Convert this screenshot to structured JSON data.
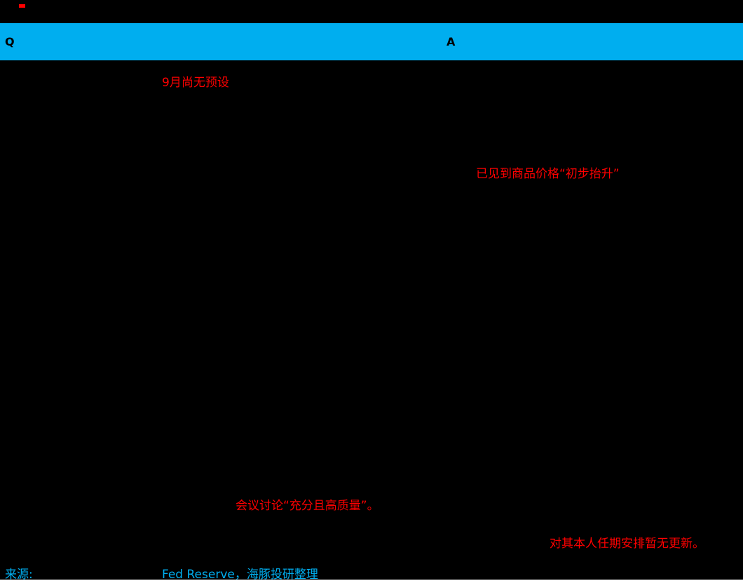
{
  "colors": {
    "background": "#000000",
    "accent": "#00AEEF",
    "highlight": "#FF0000"
  },
  "header": {
    "q_label": "Q",
    "a_label": "A"
  },
  "highlights": [
    {
      "text": "9月尚无预设"
    },
    {
      "text": "已见到商品价格“初步抬升”"
    },
    {
      "text": "会议讨论“充分且高质量”。"
    },
    {
      "text": "对其本人任期安排暂无更新。"
    }
  ],
  "footer": {
    "source_label": "来源:",
    "source_value": "Fed Reserve，海豚投研整理"
  }
}
